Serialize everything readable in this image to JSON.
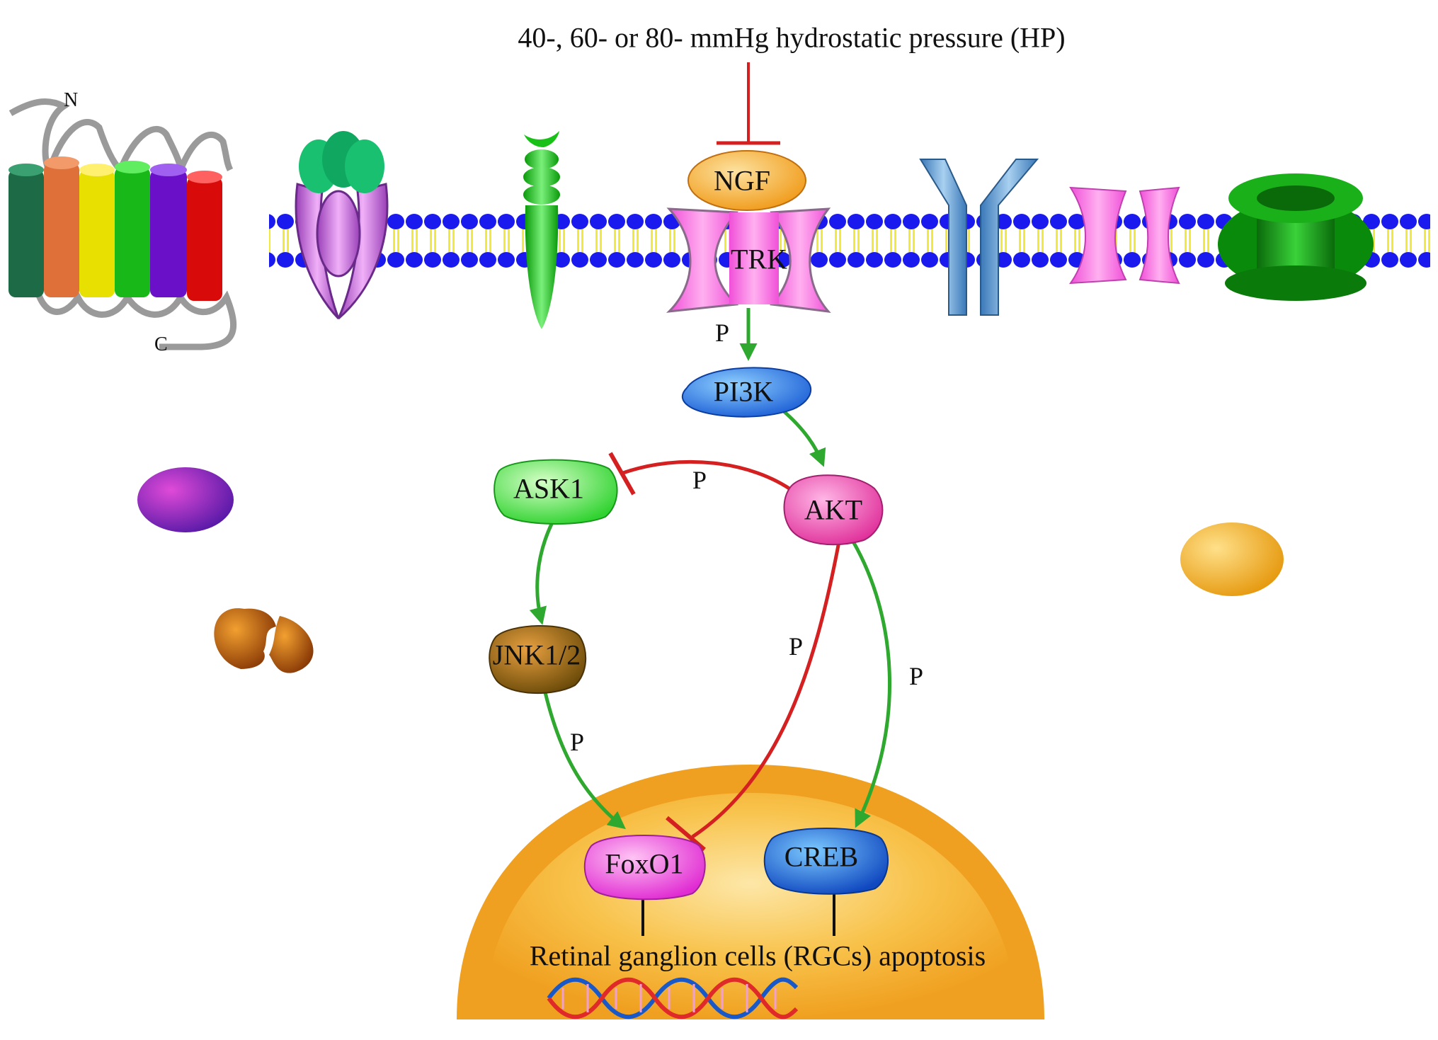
{
  "stimulus": "40-, 60- or 80- mmHg hydrostatic pressure (HP)",
  "nodes": {
    "ngf": "NGF",
    "trk": "TRK",
    "pi3k": "PI3K",
    "akt": "AKT",
    "ask1": "ASK1",
    "jnk": "JNK1/2",
    "foxo1": "FoxO1",
    "creb": "CREB"
  },
  "phospho_label": "P",
  "outcome": "Retinal ganglion cells (RGCs) apoptosis",
  "gpcr_terminals": {
    "n": "N",
    "c": "C"
  },
  "colors": {
    "activation": "#2ea82e",
    "inhibition": "#d42020",
    "membrane_head": "#1a1aee",
    "membrane_tail": "#f2ea3a",
    "nucleus": "#f3a318"
  }
}
